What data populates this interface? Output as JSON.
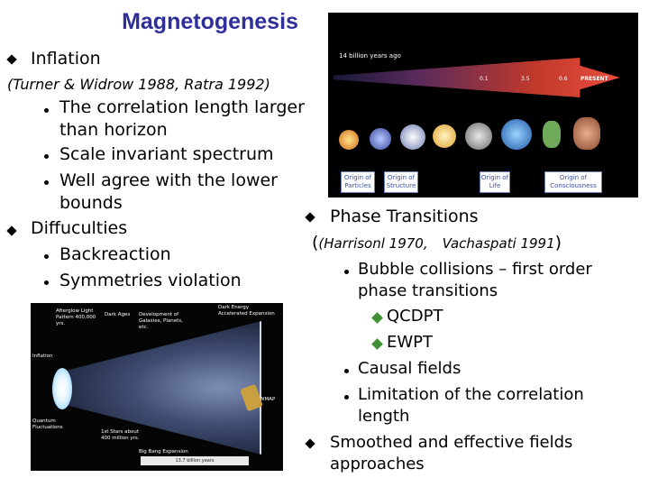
{
  "slide": {
    "title": "Magnetogenesis",
    "left": {
      "heading1": "Inflation",
      "citation1": "(Turner & Widrow 1988, Ratra 1992)",
      "bullets1": [
        "The correlation length larger",
        "than horizon",
        "Scale invariant spectrum",
        "Well agree with the lower",
        "bounds"
      ],
      "heading2": "Diffuculties",
      "bullets2": [
        "Backreaction",
        "Symmetries violation"
      ]
    },
    "right": {
      "heading1": "Phase Transitions",
      "citation_a": "(Harrisonl 1970,",
      "citation_b": "Vachaspati 1991",
      "citation_c": ")",
      "bullet1a": "Bubble collisions – first order",
      "bullet1b": "phase transitions",
      "sub1": "QCDPT",
      "sub2": "EWPT",
      "bullet2": "Causal fields",
      "bullet3a": "Limitation of the correlation",
      "bullet3b": "length",
      "heading2a": "Smoothed and effective fields",
      "heading2b": "approaches"
    }
  },
  "evolution_image": {
    "top_label": "14 billion years ago",
    "markers": [
      "0.1",
      "3.5",
      "0.6",
      "PRESENT"
    ],
    "boxes": [
      [
        "Origin of",
        "Particles"
      ],
      [
        "Origin of",
        "Structure"
      ],
      [
        "Origin of",
        "Life"
      ],
      [
        "Origin of",
        "Consciousness"
      ]
    ]
  },
  "wmap_image": {
    "labels": {
      "afterglow": "Afterglow Light Pattern 400,000 yrs.",
      "dark_ages": "Dark Ages",
      "development": "Development of Galaxies, Planets, etc.",
      "dark_energy": "Dark Energy Accelerated Expansion",
      "inflation": "Inflation",
      "quantum": "Quantum Fluctuations",
      "wmap": "WMAP",
      "first_stars": "1st Stars about 400 million yrs.",
      "expansion": "Big Bang Expansion",
      "age": "13.7 billion years"
    }
  },
  "colors": {
    "title": "#2f2f9c",
    "bullet_green": "#3f8f35"
  }
}
